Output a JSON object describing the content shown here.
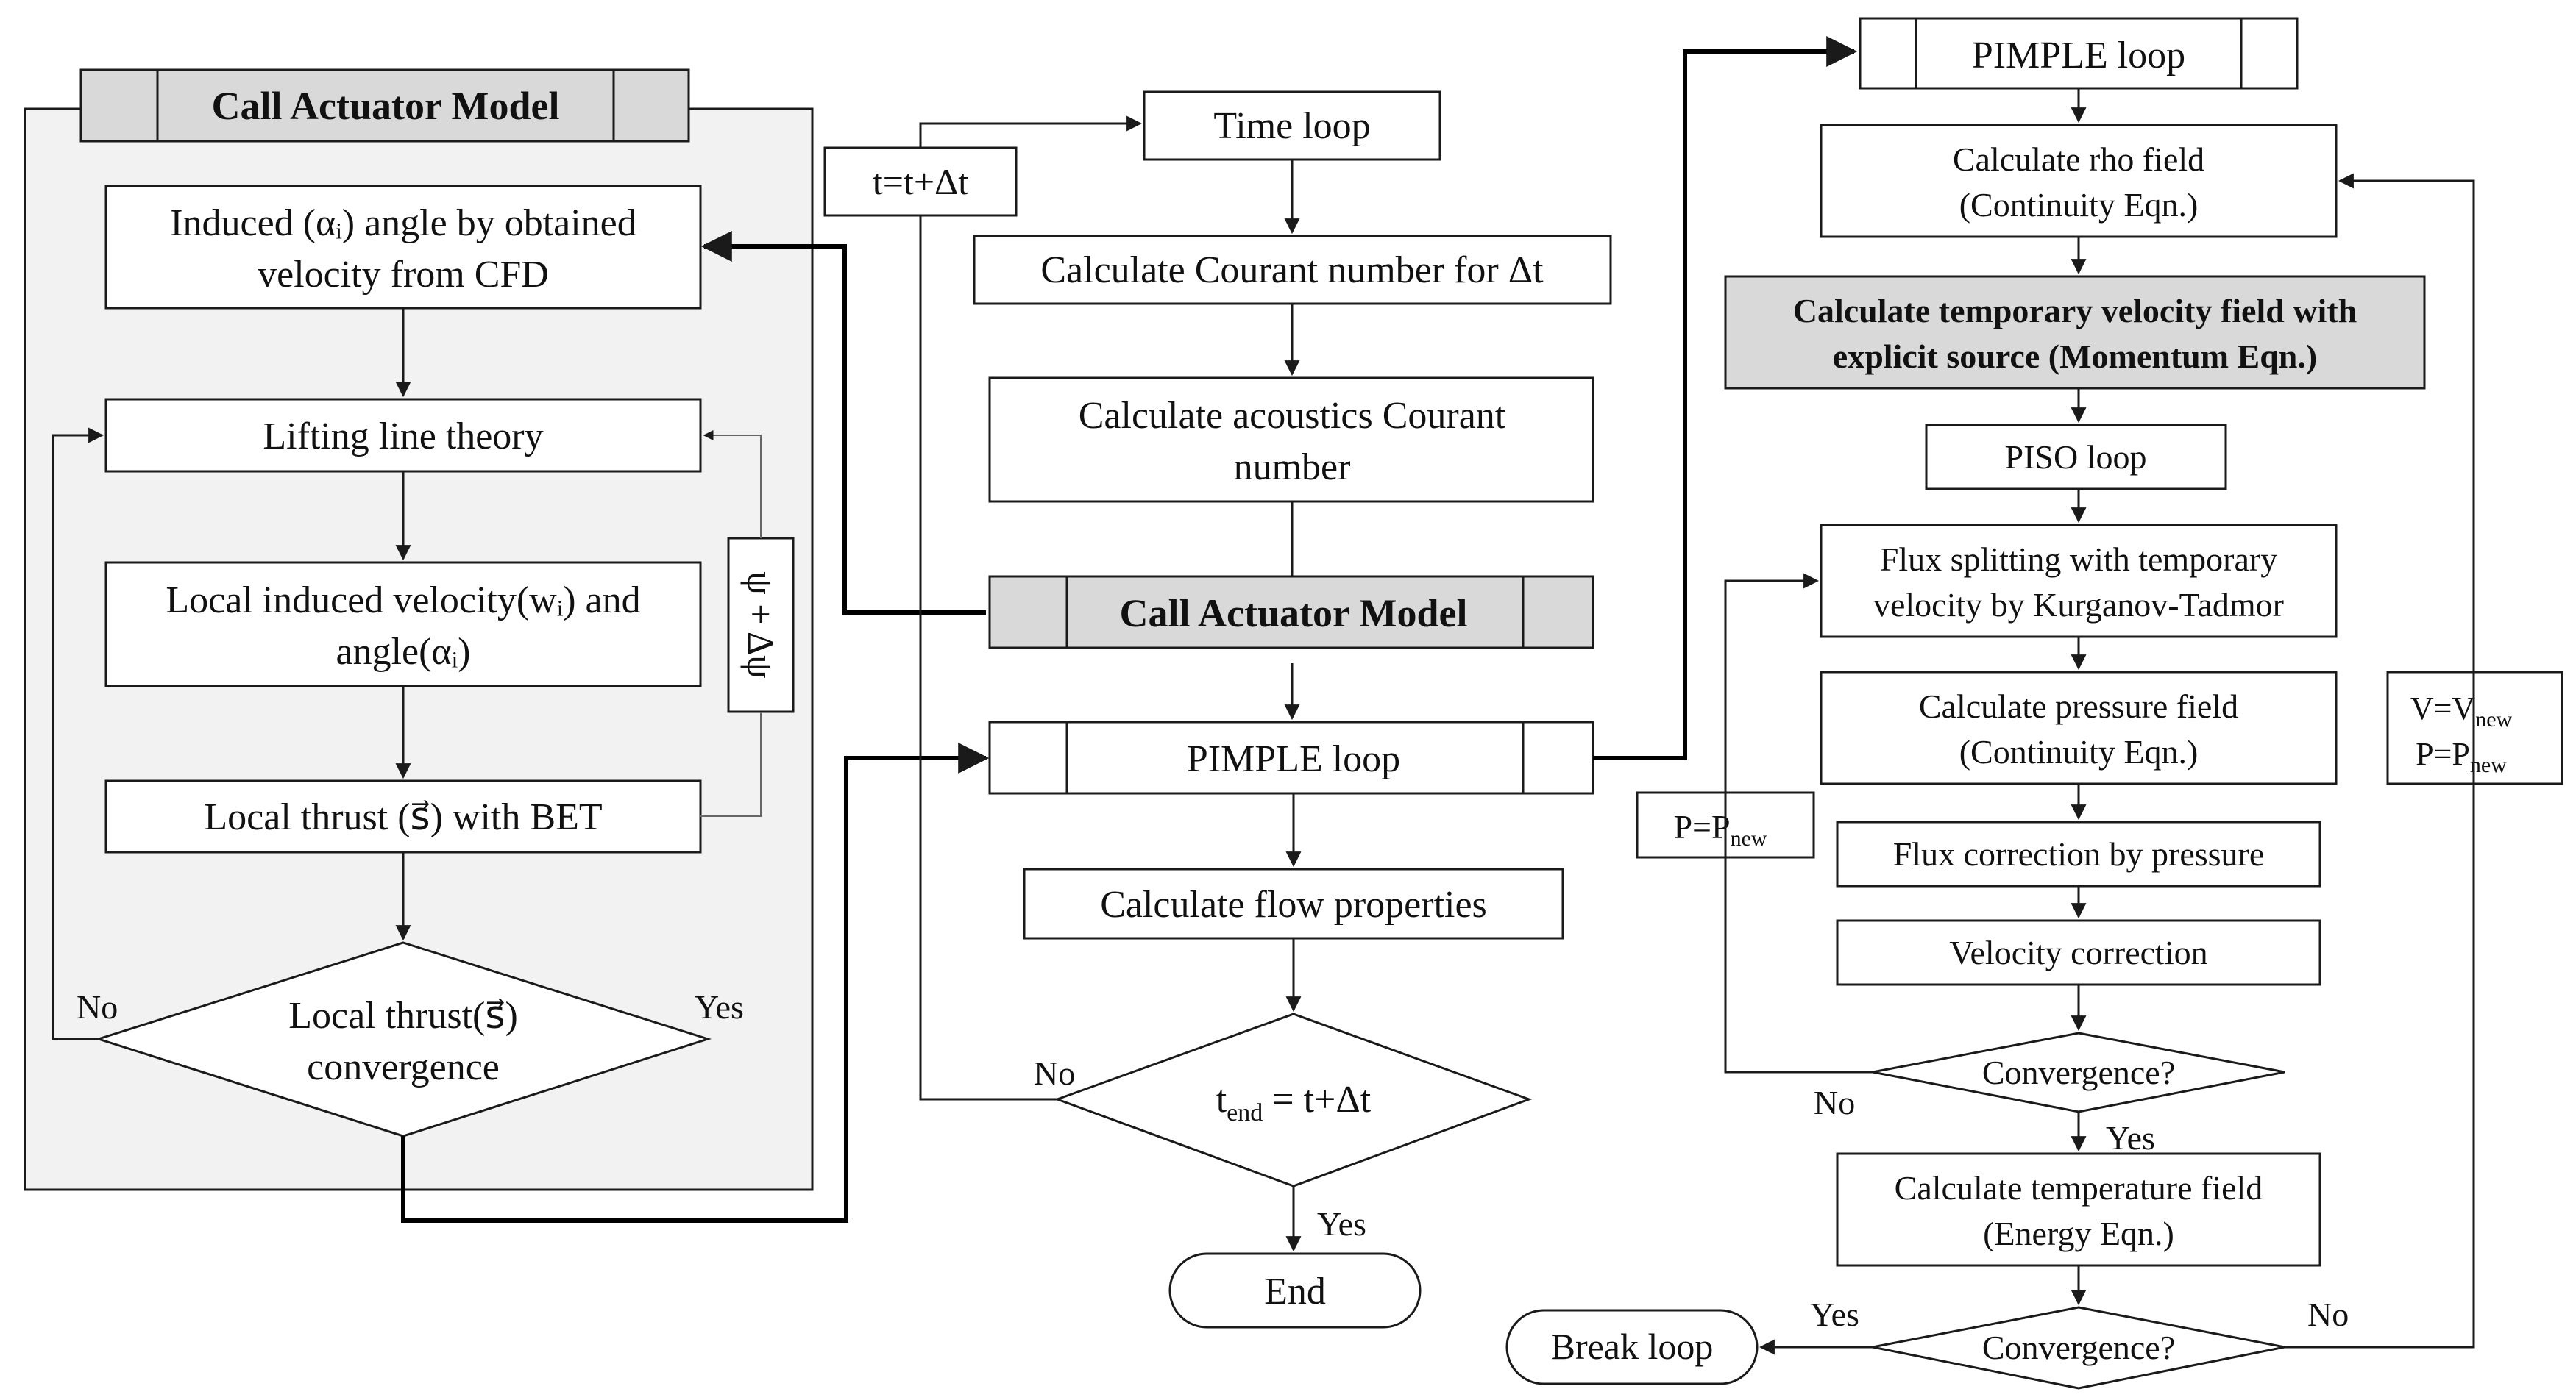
{
  "left_panel": {
    "title": "Call Actuator Model",
    "induced_l1": "Induced (αᵢ) angle by obtained",
    "induced_l2": "velocity from CFD",
    "lifting_line": "Lifting line theory",
    "local_vel_l1": "Local induced velocity(wᵢ) and",
    "local_vel_l2": "angle(αᵢ)",
    "local_thrust": "Local thrust (s⃗) with BET",
    "conv_l1": "Local thrust(s⃗)",
    "conv_l2": "convergence",
    "no": "No",
    "yes": "Yes",
    "psi": "ψ + Δψ"
  },
  "middle": {
    "time_update": "t=t+Δt",
    "time_loop": "Time loop",
    "courant": "Calculate Courant number for Δt",
    "acoustic_l1": "Calculate acoustics Courant",
    "acoustic_l2": "number",
    "call_actuator": "Call Actuator Model",
    "pimple": "PIMPLE loop",
    "flow_props": "Calculate flow properties",
    "end_cond_t": "t",
    "end_cond_sub": "end",
    "end_cond_rest": " = t+Δt",
    "no": "No",
    "yes": "Yes",
    "end": "End"
  },
  "right": {
    "pimple": "PIMPLE loop",
    "rho_l1": "Calculate rho field",
    "rho_l2": "(Continuity Eqn.)",
    "temp_vel_l1": "Calculate temporary velocity field with",
    "temp_vel_l2": "explicit source (Momentum Eqn.)",
    "piso": "PISO loop",
    "flux_split_l1": "Flux splitting with temporary",
    "flux_split_l2": "velocity by Kurganov-Tadmor",
    "pressure_l1": "Calculate pressure field",
    "pressure_l2": "(Continuity Eqn.)",
    "flux_corr": "Flux correction by pressure",
    "vel_corr": "Velocity correction",
    "conv1": "Convergence?",
    "p_update": "P=P",
    "p_update_sub": "new",
    "v_update": "V=V",
    "v_update_sub": "new",
    "p_update2": "P=P",
    "p_update2_sub": "new",
    "no1": "No",
    "yes1": "Yes",
    "temperature_l1": "Calculate temperature field",
    "temperature_l2": "(Energy Eqn.)",
    "conv2": "Convergence?",
    "yes2": "Yes",
    "no2": "No",
    "break_loop": "Break loop"
  }
}
